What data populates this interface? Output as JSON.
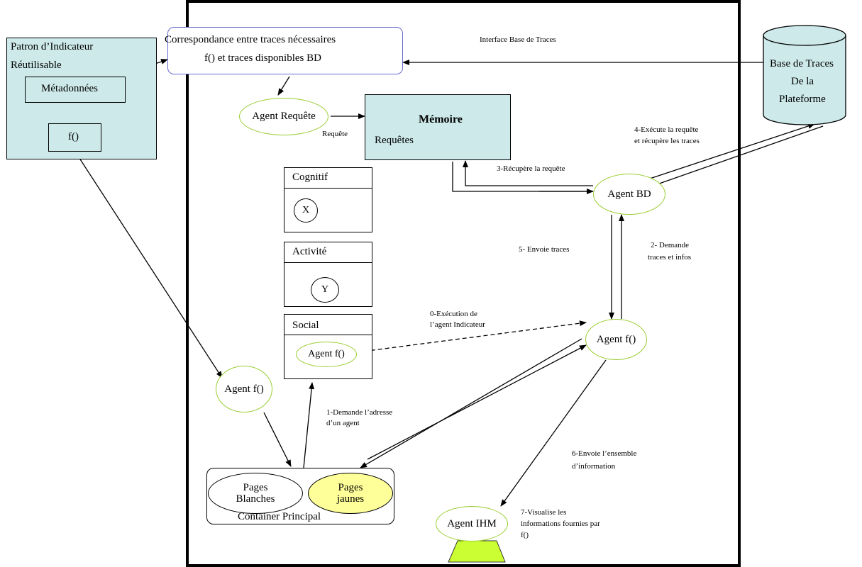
{
  "pattern": {
    "title_line1": "Patron d’Indicateur",
    "title_line2": "Réutilisable",
    "metadata_label": "Métadonnées",
    "f_label": "f()"
  },
  "correspondance": {
    "line1": "Correspondance entre traces nécessaires",
    "line2": "f()  et  traces disponibles BD"
  },
  "interface_label": "Interface Base de Traces",
  "database": {
    "line1": "Base de Traces",
    "line2": "De la",
    "line3": "Plateforme"
  },
  "agents": {
    "requete": "Agent Requête",
    "bd": "Agent BD",
    "f_main": "Agent f()",
    "f_left": "Agent f()",
    "f_social": "Agent f()",
    "ihm": "Agent IHM"
  },
  "memory": {
    "title": "Mémoire",
    "subtitle": "Requêtes"
  },
  "requete_small": "Requête",
  "categories": {
    "cognitif": "Cognitif",
    "cognitif_symbol": "X",
    "activite": "Activité",
    "activite_symbol": "Y",
    "social": "Social"
  },
  "container": {
    "label": "Container Principal",
    "pages_blanches_1": "Pages",
    "pages_blanches_2": "Blanches",
    "pages_jaunes_1": "Pages",
    "pages_jaunes_2": "jaunes"
  },
  "steps": {
    "s0_1": "0-Exécution de",
    "s0_2": "l’agent Indicateur",
    "s1_1": "1-Demande l’adresse",
    "s1_2": "d’un agent",
    "s2_1": "2- Demande",
    "s2_2": "traces et infos",
    "s3": "3-Récupère la requête",
    "s4_1": "4-Exécute la requête",
    "s4_2": "et récupère les traces",
    "s5": "5- Envoie traces",
    "s6_1": "6-Envoie l’ensemble",
    "s6_2": "d’information",
    "s7_1": "7-Visualise les",
    "s7_2": "informations fournies par",
    "s7_3": "f()"
  },
  "colors": {
    "teal_fill": "#cde9ea",
    "agent_border": "#9acd32",
    "correspondance_border": "#6a6acd",
    "pages_jaunes_fill": "#ffff99",
    "ihm_fill": "#ccff33"
  }
}
